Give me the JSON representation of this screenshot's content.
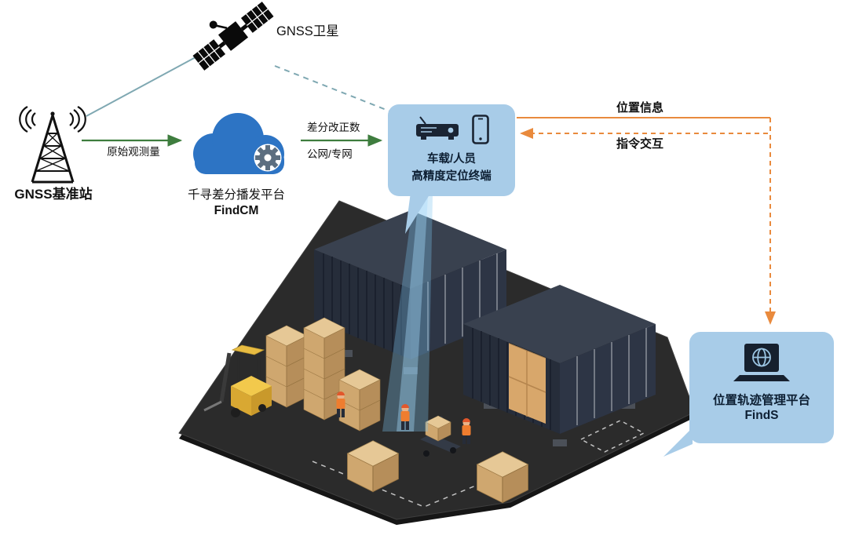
{
  "satellite": {
    "label": "GNSS卫星"
  },
  "base_station": {
    "label": "GNSS基准站"
  },
  "cloud_platform": {
    "title": "千寻差分播发平台",
    "name": "FindCM"
  },
  "terminal": {
    "line1": "车载/人员",
    "line2": "高精度定位终端"
  },
  "management_platform": {
    "title": "位置轨迹管理平台",
    "name": "FindS"
  },
  "links": {
    "raw_observation": "原始观测量",
    "correction_line1": "差分改正数",
    "correction_line2": "公网/专网",
    "position_info": "位置信息",
    "command_interaction": "指令交互"
  },
  "colors": {
    "accent_teal": "#7fa8b2",
    "accent_green": "#3e7d3e",
    "accent_orange": "#e98a3d",
    "bubble_blue": "#a8cce8",
    "cloud_blue": "#2d74c4",
    "container_navy": "#262d3a",
    "crate_tan": "#e6c896"
  }
}
